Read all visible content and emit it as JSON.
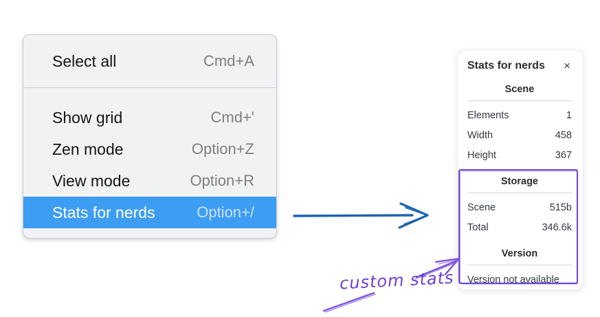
{
  "context_menu": {
    "group1": [
      {
        "label": "Select all",
        "shortcut": "Cmd+A"
      }
    ],
    "group2": [
      {
        "label": "Show grid",
        "shortcut": "Cmd+'"
      },
      {
        "label": "Zen mode",
        "shortcut": "Option+Z"
      },
      {
        "label": "View mode",
        "shortcut": "Option+R"
      },
      {
        "label": "Stats for nerds",
        "shortcut": "Option+/",
        "selected": true
      }
    ],
    "colors": {
      "selected_bg": "#3d9df3",
      "menu_bg": "#f1f2f4",
      "shortcut_gray": "#7f7f7f"
    }
  },
  "stats_panel": {
    "title": "Stats for nerds",
    "close_icon": "×",
    "sections": [
      {
        "heading": "Scene",
        "rows": [
          {
            "label": "Elements",
            "value": "1"
          },
          {
            "label": "Width",
            "value": "458"
          },
          {
            "label": "Height",
            "value": "367"
          }
        ]
      },
      {
        "heading": "Storage",
        "rows": [
          {
            "label": "Scene",
            "value": "515b"
          },
          {
            "label": "Total",
            "value": "346.6k"
          }
        ]
      },
      {
        "heading": "Version",
        "rows": [],
        "note": "Version not available"
      }
    ]
  },
  "annotations": {
    "custom_stats_label": "custom stats",
    "colors": {
      "blue_arrow": "#1e63b0",
      "purple": "#6d43d8",
      "purple_light": "#7a52dd"
    }
  }
}
